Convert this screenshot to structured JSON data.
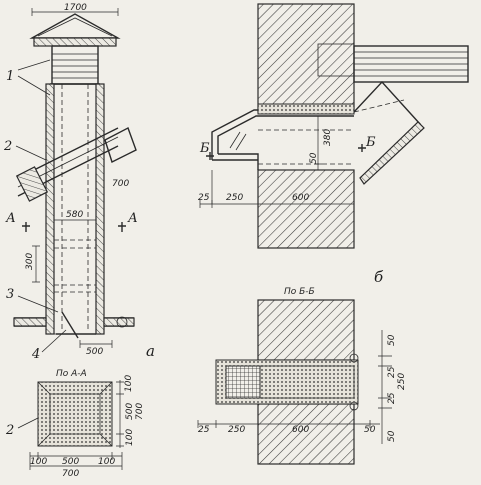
{
  "callouts": {
    "c1": "1",
    "c2": "2",
    "c3": "3",
    "c4": "4",
    "c2b": "2"
  },
  "sections": {
    "a": "а",
    "b": "б",
    "aa": "По А-А",
    "bb": "По Б-Б",
    "arrow_a": "А",
    "arrow_b": "Б"
  },
  "dims_a": {
    "top": "1700",
    "roof": "700",
    "inner": "580",
    "height": "300",
    "bottom": "500",
    "sec_r1": "100",
    "sec_r2": "500",
    "sec_r3": "700",
    "sec_r4": "100",
    "sec_b1": "100",
    "sec_b2": "500",
    "sec_b3": "100",
    "sec_b4": "700"
  },
  "dims_b": {
    "h1": "380",
    "h2": "50",
    "w1": "25",
    "w2": "250",
    "w3": "600"
  },
  "dims_bb": {
    "w1": "25",
    "w2": "250",
    "w3": "600",
    "w4": "50",
    "r1": "50",
    "r2": "25",
    "r3": "250",
    "r4": "25",
    "r5": "50"
  },
  "colors": {
    "paper": "#f1efe9",
    "ink": "#2b2b2b"
  }
}
